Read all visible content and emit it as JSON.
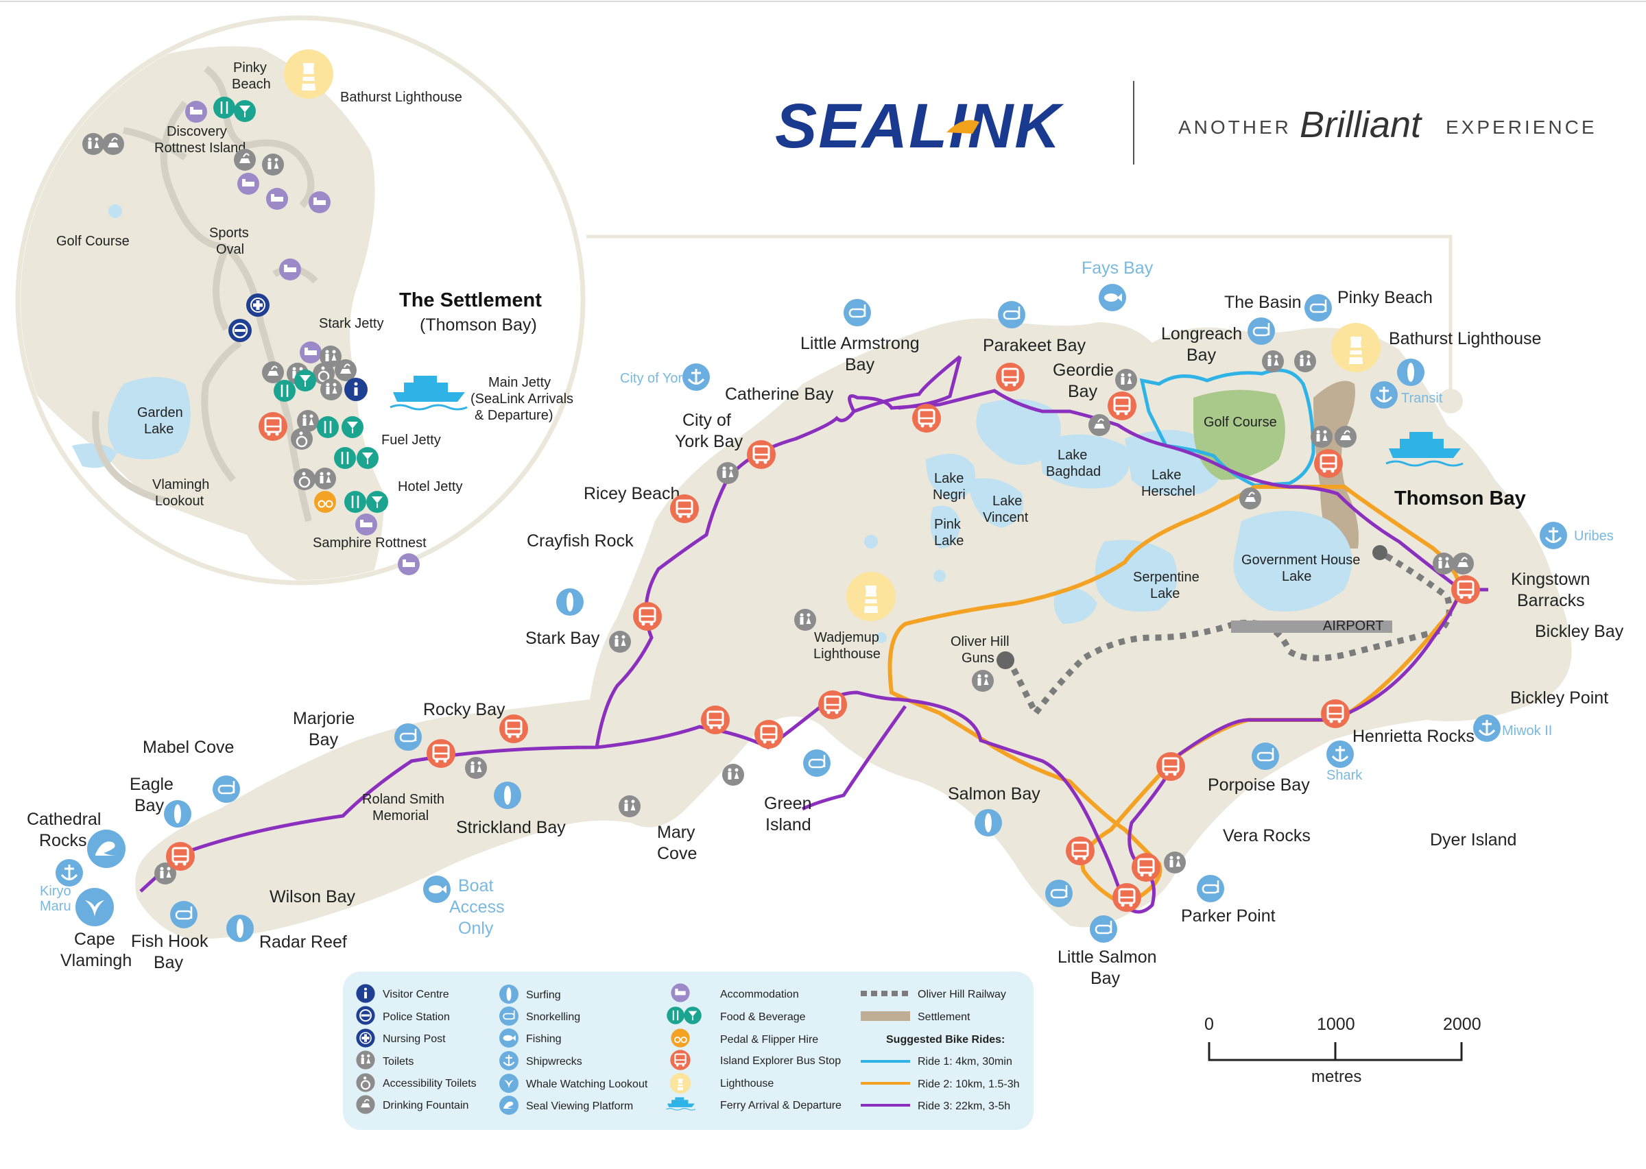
{
  "brand": {
    "logo": "SEALINK",
    "tagline_left": "ANOTHER",
    "tagline_script": "Brilliant",
    "tagline_right": "EXPERIENCE",
    "colors": {
      "navy": "#1a3a8f",
      "orange": "#f2a21a"
    }
  },
  "map_colors": {
    "land": "#ebe7da",
    "water": "#cde8f4",
    "lake": "#bfe1f1",
    "golf": "#a9c98a",
    "settlement": "#bfae93",
    "ride1": "#2fb3e6",
    "ride2": "#f4a223",
    "ride3": "#8b2fbe",
    "bus": "#ee6f50",
    "teal": "#1ba591",
    "purple_icon": "#9c8ac8",
    "grey_icon": "#8c8c8c",
    "blue_icon": "#6aaee0",
    "navy_icon": "#1f3f92",
    "light": "#fde49c"
  },
  "settlement_inset": {
    "title": "The Settlement",
    "subtitle": "(Thomson Bay)",
    "labels": {
      "pinky_beach": [
        "Pinky",
        "Beach"
      ],
      "bathurst_lighthouse": "Bathurst Lighthouse",
      "discovery": [
        "Discovery",
        "Rottnest Island"
      ],
      "golf_course": "Golf Course",
      "sports_oval": [
        "Sports",
        "Oval"
      ],
      "stark_jetty": "Stark Jetty",
      "main_jetty": [
        "Main Jetty",
        "(SeaLink Arrivals",
        "& Departure)"
      ],
      "garden_lake": [
        "Garden",
        "Lake"
      ],
      "fuel_jetty": "Fuel Jetty",
      "hotel_jetty": "Hotel Jetty",
      "vlamingh_lookout": [
        "Vlamingh",
        "Lookout"
      ],
      "samphire": "Samphire Rottnest"
    }
  },
  "places": {
    "fays_bay": "Fays Bay",
    "little_armstrong": [
      "Little Armstrong",
      "Bay"
    ],
    "parakeet": "Parakeet Bay",
    "geordie": [
      "Geordie",
      "Bay"
    ],
    "longreach": [
      "Longreach",
      "Bay"
    ],
    "the_basin": "The Basin",
    "pinky_beach": "Pinky Beach",
    "bathurst": "Bathurst Lighthouse",
    "transit": "Transit",
    "city_of_york_wreck": "City of York",
    "catherine": "Catherine Bay",
    "city_of_york_bay": [
      "City of",
      "York Bay"
    ],
    "golf_course": "Golf Course",
    "lake_baghdad": [
      "Lake",
      "Baghdad"
    ],
    "lake_herschel": [
      "Lake",
      "Herschel"
    ],
    "lake_negri": [
      "Lake",
      "Negri"
    ],
    "lake_vincent": [
      "Lake",
      "Vincent"
    ],
    "pink_lake": [
      "Pink",
      "Lake"
    ],
    "thomson_bay": "Thomson Bay",
    "ricey": "Ricey Beach",
    "crayfish": "Crayfish Rock",
    "uribes": "Uribes",
    "government_house": [
      "Government House",
      "Lake"
    ],
    "serpentine": [
      "Serpentine",
      "Lake"
    ],
    "kingstown": [
      "Kingstown",
      "Barracks"
    ],
    "stark_bay": "Stark Bay",
    "wadjemup": [
      "Wadjemup",
      "Lighthouse"
    ],
    "airport": "AIRPORT",
    "bickley_bay": "Bickley Bay",
    "oliver_hill": [
      "Oliver Hill",
      "Guns"
    ],
    "bickley_point": "Bickley Point",
    "marjorie": [
      "Marjorie",
      "Bay"
    ],
    "rocky": "Rocky Bay",
    "mabel": "Mabel Cove",
    "miwok": "Miwok II",
    "henrietta": "Henrietta Rocks",
    "shark": "Shark",
    "eagle": [
      "Eagle",
      "Bay"
    ],
    "roland": [
      "Roland Smith",
      "Memorial"
    ],
    "green_island": [
      "Green",
      "Island"
    ],
    "salmon": "Salmon Bay",
    "porpoise": "Porpoise Bay",
    "cathedral": [
      "Cathedral",
      "Rocks"
    ],
    "strickland": "Strickland Bay",
    "mary_cove": [
      "Mary",
      "Cove"
    ],
    "vera": "Vera Rocks",
    "dyer": "Dyer Island",
    "kiryo": [
      "Kiryo",
      "Maru"
    ],
    "wilson": "Wilson Bay",
    "boat_access": [
      "Boat",
      "Access",
      "Only"
    ],
    "cape_vlamingh": [
      "Cape",
      "Vlamingh"
    ],
    "fish_hook": [
      "Fish Hook",
      "Bay"
    ],
    "radar": "Radar Reef",
    "parker": "Parker Point",
    "little_salmon": [
      "Little Salmon",
      "Bay"
    ]
  },
  "legend": {
    "col1": [
      "Visitor Centre",
      "Police Station",
      "Nursing Post",
      "Toilets",
      "Accessibility Toilets",
      "Drinking Fountain"
    ],
    "col2": [
      "Surfing",
      "Snorkelling",
      "Fishing",
      "Shipwrecks",
      "Whale Watching Lookout",
      "Seal Viewing Platform"
    ],
    "col3": [
      "Accommodation",
      "Food & Beverage",
      "Pedal & Flipper Hire",
      "Island Explorer Bus Stop",
      "Lighthouse",
      "Ferry Arrival & Departure"
    ],
    "col4": [
      "Oliver Hill Railway",
      "Settlement"
    ],
    "rides_title": "Suggested Bike Rides:",
    "rides": [
      "Ride 1: 4km, 30min",
      "Ride 2: 10km, 1.5-3h",
      "Ride 3: 22km, 3-5h"
    ]
  },
  "scale": {
    "ticks": [
      "0",
      "1000",
      "2000"
    ],
    "unit": "metres"
  }
}
